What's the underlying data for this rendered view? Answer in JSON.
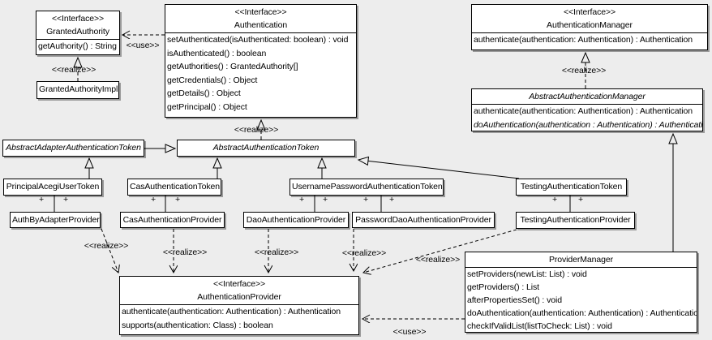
{
  "diagram": {
    "colors": {
      "background": "#ededed",
      "box_fill": "#ffffff",
      "line": "#000000"
    },
    "labels": {
      "realize": "<<realize>>",
      "use": "<<use>>",
      "plus": "+"
    },
    "classes": [
      {
        "id": "granted-authority",
        "stereotype": "<<Interface>>",
        "name": "GrantedAuthority",
        "abstract": false,
        "methods": [
          {
            "text": "getAuthority() : String",
            "italic": false
          }
        ]
      },
      {
        "id": "granted-authority-impl",
        "name": "GrantedAuthorityImpl",
        "abstract": false,
        "methods": []
      },
      {
        "id": "authentication",
        "stereotype": "<<Interface>>",
        "name": "Authentication",
        "abstract": false,
        "methods": [
          {
            "text": "setAuthenticated(isAuthenticated: boolean) : void",
            "italic": false
          },
          {
            "text": "isAuthenticated() : boolean",
            "italic": false
          },
          {
            "text": "getAuthorities() : GrantedAuthority[]",
            "italic": false
          },
          {
            "text": "getCredentials() : Object",
            "italic": false
          },
          {
            "text": "getDetails() : Object",
            "italic": false
          },
          {
            "text": "getPrincipal() : Object",
            "italic": false
          }
        ]
      },
      {
        "id": "authentication-manager",
        "stereotype": "<<Interface>>",
        "name": "AuthenticationManager",
        "abstract": false,
        "methods": [
          {
            "text": "authenticate(authentication: Authentication) : Authentication",
            "italic": false
          }
        ]
      },
      {
        "id": "abstract-authentication-manager",
        "name": "AbstractAuthenticationManager",
        "abstract": true,
        "methods": [
          {
            "text": "authenticate(authentication: Authentication) : Authentication",
            "italic": false
          },
          {
            "text": "doAuthentication(authentication : Authentication) : Authentication",
            "italic": true
          }
        ]
      },
      {
        "id": "abstract-adapter-authentication-token",
        "name": "AbstractAdapterAuthenticationToken",
        "abstract": true,
        "methods": []
      },
      {
        "id": "abstract-authentication-token",
        "name": "AbstractAuthenticationToken",
        "abstract": true,
        "methods": []
      },
      {
        "id": "principal-acegi-user-token",
        "name": "PrincipalAcegiUserToken",
        "abstract": false,
        "methods": []
      },
      {
        "id": "cas-authentication-token",
        "name": "CasAuthenticationToken",
        "abstract": false,
        "methods": []
      },
      {
        "id": "username-password-authentication-token",
        "name": "UsernamePasswordAuthenticationToken",
        "abstract": false,
        "methods": []
      },
      {
        "id": "testing-authentication-token",
        "name": "TestingAuthenticationToken",
        "abstract": false,
        "methods": []
      },
      {
        "id": "auth-by-adapter-provider",
        "name": "AuthByAdapterProvider",
        "abstract": false,
        "methods": []
      },
      {
        "id": "cas-authentication-provider",
        "name": "CasAuthenticationProvider",
        "abstract": false,
        "methods": []
      },
      {
        "id": "dao-authentication-provider",
        "name": "DaoAuthenticationProvider",
        "abstract": false,
        "methods": []
      },
      {
        "id": "password-dao-authentication-provider",
        "name": "PasswordDaoAuthenticationProvider",
        "abstract": false,
        "methods": []
      },
      {
        "id": "testing-authentication-provider",
        "name": "TestingAuthenticationProvider",
        "abstract": false,
        "methods": []
      },
      {
        "id": "authentication-provider",
        "stereotype": "<<Interface>>",
        "name": "AuthenticationProvider",
        "abstract": false,
        "methods": [
          {
            "text": "authenticate(authentication: Authentication) : Authentication",
            "italic": false
          },
          {
            "text": "supports(authentication: Class) : boolean",
            "italic": false
          }
        ]
      },
      {
        "id": "provider-manager",
        "name": "ProviderManager",
        "abstract": false,
        "methods": [
          {
            "text": "setProviders(newList: List) : void",
            "italic": false
          },
          {
            "text": "getProviders() : List",
            "italic": false
          },
          {
            "text": "afterPropertiesSet() : void",
            "italic": false
          },
          {
            "text": "doAuthentication(authentication: Authentication) : Authentication",
            "italic": false
          },
          {
            "text": "checkIfValidList(listToCheck: List) : void",
            "italic": false
          }
        ]
      }
    ],
    "edges": [
      {
        "from": "GrantedAuthorityImpl",
        "to": "GrantedAuthority",
        "type": "realize"
      },
      {
        "from": "Authentication",
        "to": "GrantedAuthority",
        "type": "use"
      },
      {
        "from": "AbstractAuthenticationToken",
        "to": "Authentication",
        "type": "realize"
      },
      {
        "from": "AbstractAuthenticationManager",
        "to": "AuthenticationManager",
        "type": "realize"
      },
      {
        "from": "AbstractAdapterAuthenticationToken",
        "to": "AbstractAuthenticationToken",
        "type": "generalization"
      },
      {
        "from": "PrincipalAcegiUserToken",
        "to": "AbstractAdapterAuthenticationToken",
        "type": "generalization"
      },
      {
        "from": "CasAuthenticationToken",
        "to": "AbstractAuthenticationToken",
        "type": "generalization"
      },
      {
        "from": "UsernamePasswordAuthenticationToken",
        "to": "AbstractAuthenticationToken",
        "type": "generalization"
      },
      {
        "from": "TestingAuthenticationToken",
        "to": "AbstractAuthenticationToken",
        "type": "generalization"
      },
      {
        "from": "ProviderManager",
        "to": "AbstractAuthenticationManager",
        "type": "generalization"
      },
      {
        "from": "PrincipalAcegiUserToken",
        "to": "AuthByAdapterProvider",
        "type": "association"
      },
      {
        "from": "CasAuthenticationToken",
        "to": "CasAuthenticationProvider",
        "type": "association"
      },
      {
        "from": "UsernamePasswordAuthenticationToken",
        "to": "DaoAuthenticationProvider",
        "type": "association"
      },
      {
        "from": "UsernamePasswordAuthenticationToken",
        "to": "PasswordDaoAuthenticationProvider",
        "type": "association"
      },
      {
        "from": "TestingAuthenticationToken",
        "to": "TestingAuthenticationProvider",
        "type": "association"
      },
      {
        "from": "AuthByAdapterProvider",
        "to": "AuthenticationProvider",
        "type": "realize"
      },
      {
        "from": "CasAuthenticationProvider",
        "to": "AuthenticationProvider",
        "type": "realize"
      },
      {
        "from": "DaoAuthenticationProvider",
        "to": "AuthenticationProvider",
        "type": "realize"
      },
      {
        "from": "PasswordDaoAuthenticationProvider",
        "to": "AuthenticationProvider",
        "type": "realize"
      },
      {
        "from": "TestingAuthenticationProvider",
        "to": "AuthenticationProvider",
        "type": "realize"
      },
      {
        "from": "ProviderManager",
        "to": "AuthenticationProvider",
        "type": "use"
      }
    ]
  }
}
